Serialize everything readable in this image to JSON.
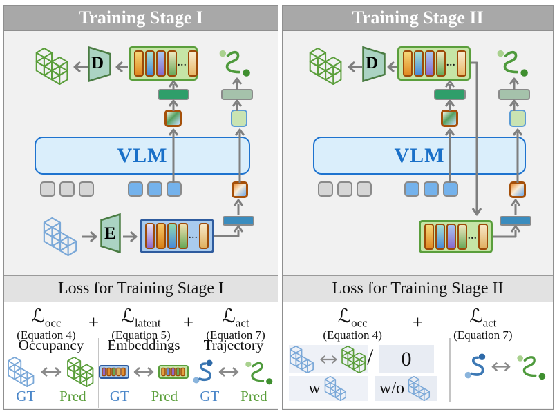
{
  "left": {
    "header": "Training Stage I",
    "vlm_label": "VLM",
    "decoder_label": "D",
    "encoder_label": "E",
    "ellipsis_out": "...",
    "ellipsis_in": "...",
    "loss_header": "Loss for Training Stage I",
    "plus": "+",
    "loss_terms": [
      {
        "symbol": "ℒ",
        "sub": "occ",
        "eq": "(Equation 4)"
      },
      {
        "symbol": "ℒ",
        "sub": "latent",
        "eq": "(Equation 5)"
      },
      {
        "symbol": "ℒ",
        "sub": "act",
        "eq": "(Equation 7)"
      }
    ],
    "columns": [
      {
        "title": "Occupancy",
        "gt": "GT",
        "pred": "Pred"
      },
      {
        "title": "Embeddings",
        "gt": "GT",
        "pred": "Pred"
      },
      {
        "title": "Trajectory",
        "gt": "GT",
        "pred": "Pred"
      }
    ]
  },
  "right": {
    "header": "Training Stage II",
    "vlm_label": "VLM",
    "decoder_label": "D",
    "ellipsis_out": "...",
    "ellipsis_in": "...",
    "loss_header": "Loss for Training Stage II",
    "plus": "+",
    "loss_terms": [
      {
        "symbol": "ℒ",
        "sub": "occ",
        "eq": "(Equation 4)"
      },
      {
        "symbol": "ℒ",
        "sub": "act",
        "eq": "(Equation 7)"
      }
    ],
    "occ_options": {
      "slash": "/",
      "zero": "0",
      "with_label": "w",
      "without_label": "w/o"
    }
  },
  "colors": {
    "vlm_border": "#1e73cf",
    "vlm_fill": "#daeefb",
    "vlm_text": "#1a70c8",
    "header_bg": "#a8a8a8",
    "green_box_border": "#5a9e3c",
    "green_box_fill": "#c6e5a6",
    "blue_box_border": "#2e5b9e",
    "blue_box_fill": "#a9cbee",
    "token_border": "#9c4a08",
    "gt_blue": "#4a86c8",
    "pred_green": "#5a9e3a",
    "arrow_gray": "#7f7f7f",
    "occ_head_green": "#2f9e6a",
    "traj_head_sage": "#a5c2ab",
    "teal_rect": "#3a8cbe"
  }
}
